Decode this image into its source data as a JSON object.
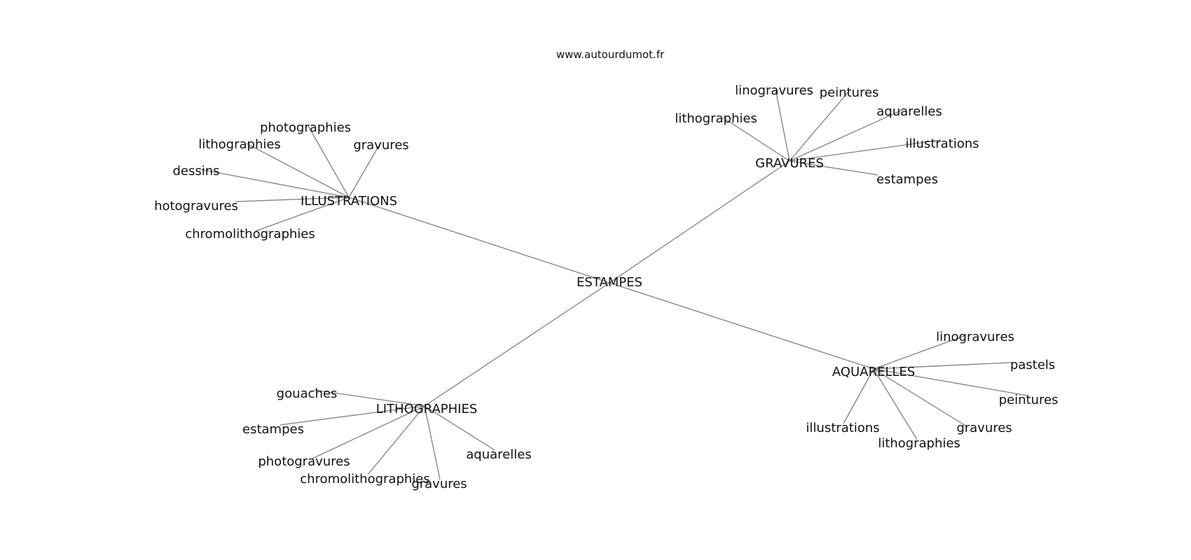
{
  "watermark": "www.autourdumot.fr",
  "center": "ESTAMPES",
  "groups": [
    {
      "name": "ILLUSTRATIONS",
      "children": [
        "photographies",
        "gravures",
        "lithographies",
        "dessins",
        "hotogravures",
        "chromolithographies"
      ]
    },
    {
      "name": "GRAVURES",
      "children": [
        "linogravures",
        "peintures",
        "lithographies",
        "aquarelles",
        "illustrations",
        "estampes"
      ]
    },
    {
      "name": "LITHOGRAPHIES",
      "children": [
        "gouaches",
        "estampes",
        "photogravures",
        "chromolithographies",
        "gravures",
        "aquarelles"
      ]
    },
    {
      "name": "AQUARELLES",
      "children": [
        "linogravures",
        "pastels",
        "peintures",
        "gravures",
        "lithographies",
        "illustrations"
      ]
    }
  ],
  "colors": {
    "edge": "#808080",
    "text": "#111111",
    "background": "#ffffff"
  }
}
